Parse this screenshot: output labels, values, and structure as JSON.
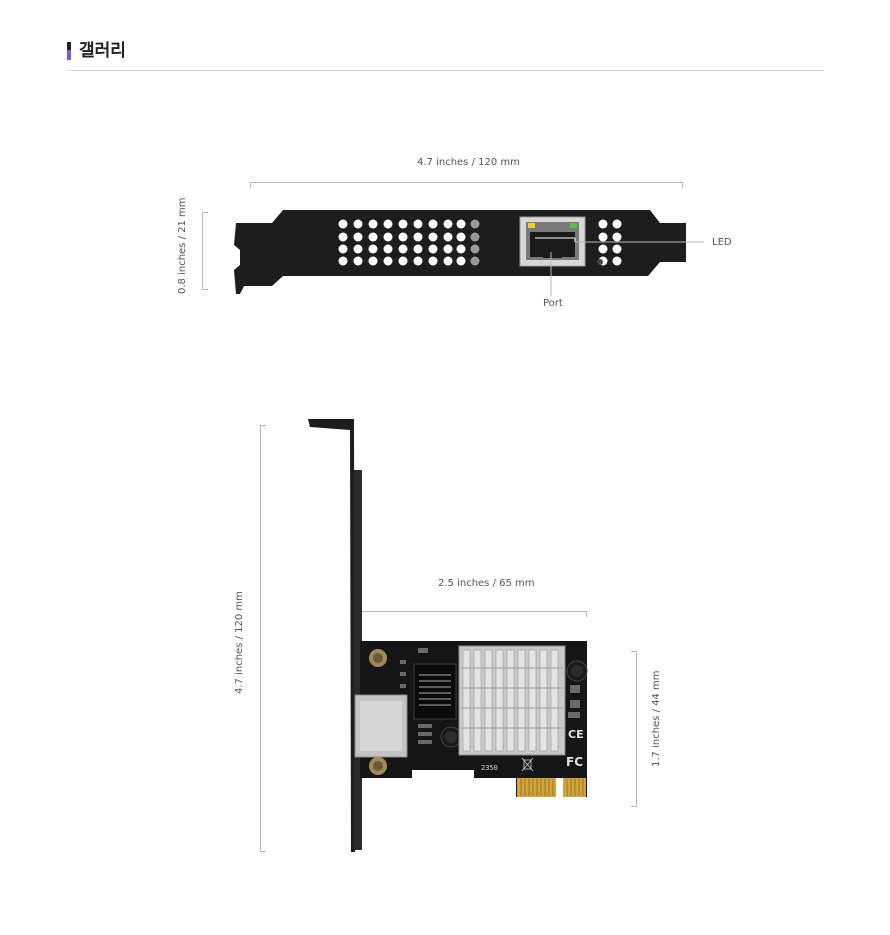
{
  "section": {
    "title": "갤러리"
  },
  "bracket_view": {
    "width_label": "4.7 inches / 120 mm",
    "height_label": "0.8 inches / 21 mm",
    "led_label": "LED",
    "port_label": "Port"
  },
  "card_view": {
    "height_label": "4.7 inches / 120 mm",
    "width_label": "2.5 inches / 65 mm",
    "pcb_height_label": "1.7 inches / 44 mm",
    "chip_marking": "2350",
    "fcc_mark": "FC",
    "ce_mark": "CE"
  },
  "colors": {
    "accent": "#7b5cc4",
    "bracket": "#1d1d1d",
    "heatsink": "#c9c9c9",
    "gold_contacts": "#d4a53a",
    "led_yellow": "#e8d21a",
    "led_green": "#4fc43a"
  }
}
